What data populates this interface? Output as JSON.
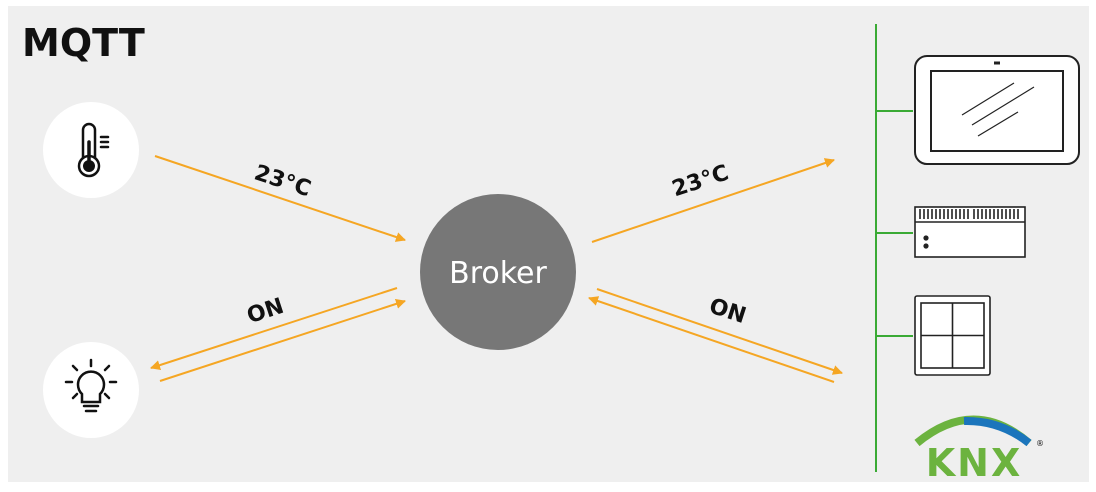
{
  "title": "MQTT",
  "broker": {
    "label": "Broker"
  },
  "arrows": {
    "sensor_to_broker": "23°C",
    "broker_to_devices": "23°C",
    "light_link": "ON",
    "devices_link": "ON"
  },
  "knx_logo": {
    "text": "KNX",
    "mark": "®"
  },
  "colors": {
    "background": "#efefef",
    "arrow": "#f5a623",
    "bus": "#3aaa35",
    "broker": "#777777",
    "knx_arc_green": "#6cb33f",
    "knx_arc_blue": "#1b75bc"
  },
  "icons": [
    "thermometer-icon",
    "lightbulb-icon",
    "touch-panel-icon",
    "din-rail-device-icon",
    "push-button-switch-icon"
  ]
}
